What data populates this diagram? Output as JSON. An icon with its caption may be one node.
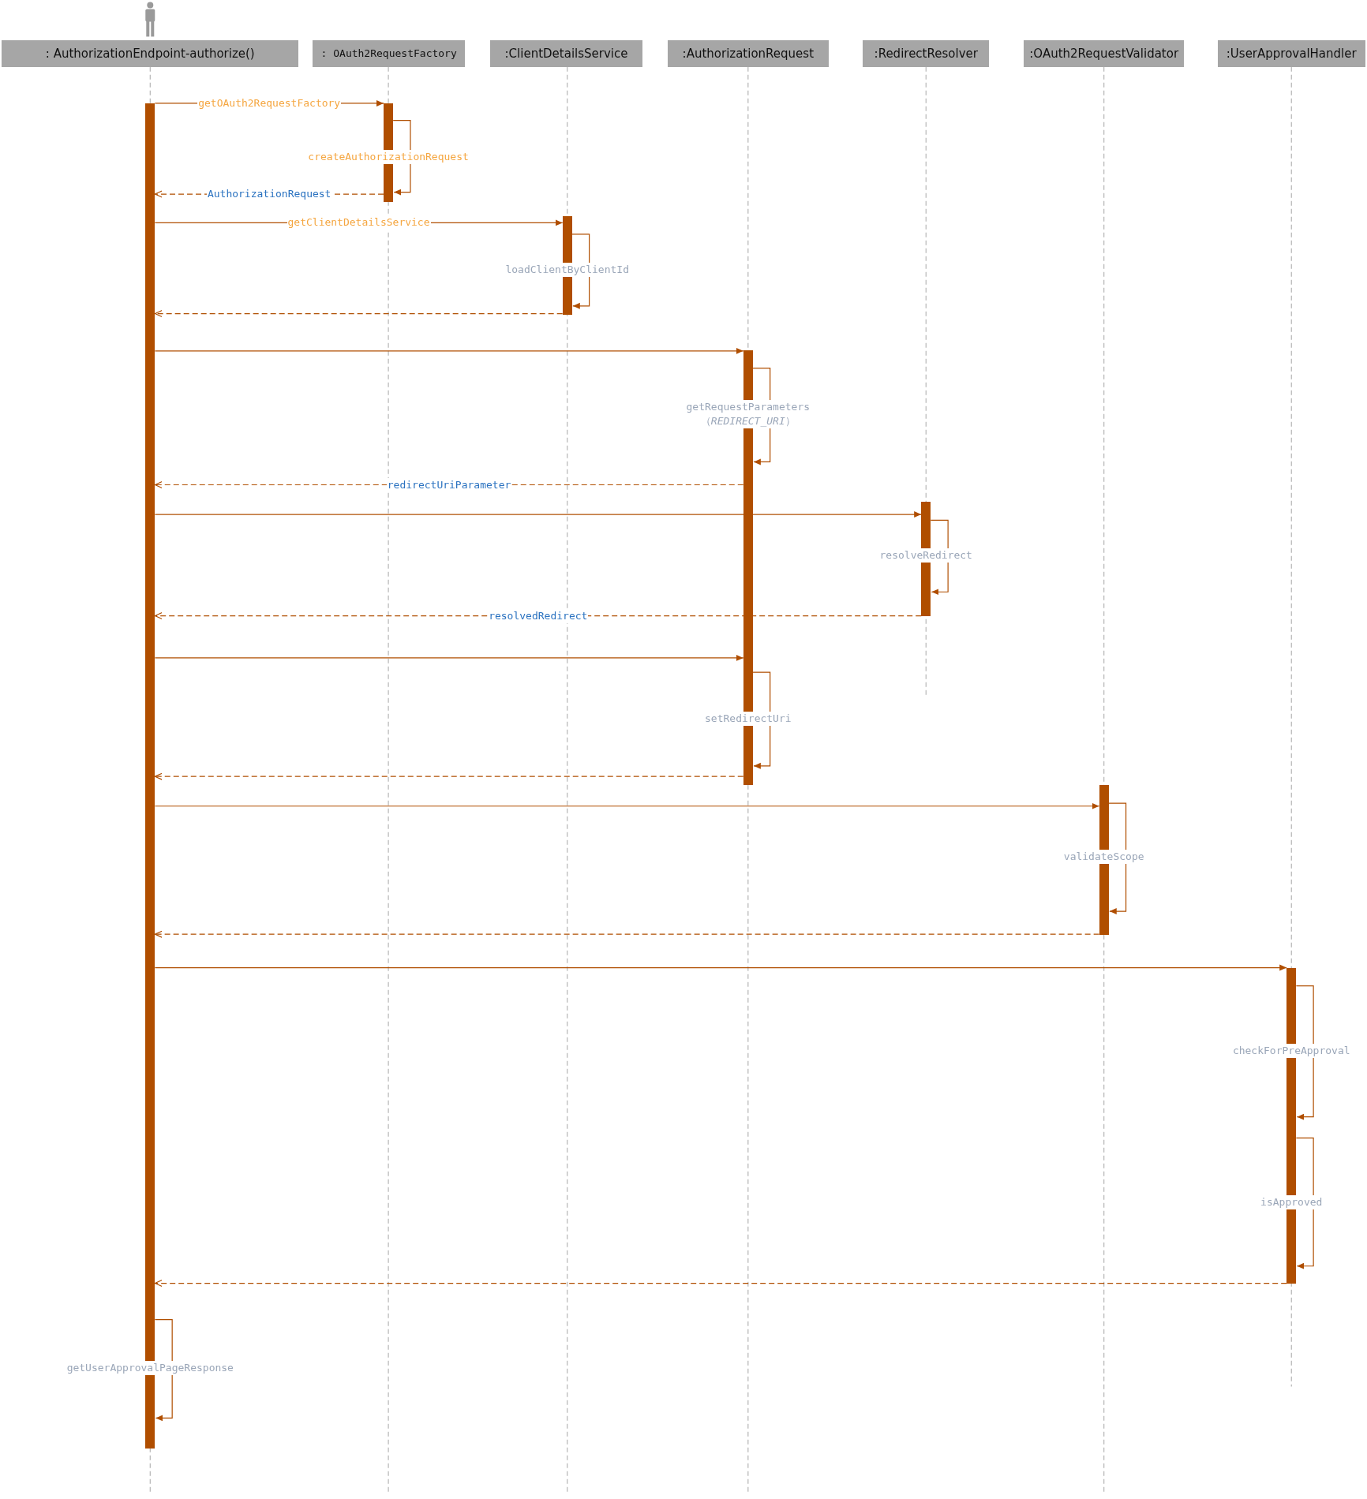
{
  "diagram": {
    "nodes": [
      {
        "text": [
          ": AuthorizationEndpoint-authorize()"
        ]
      },
      {
        "text": [
          ": OAuth2RequestFactory"
        ]
      },
      {
        "text": [
          ":ClientDetailsService"
        ]
      },
      {
        "text": [
          ":AuthorizationRequest"
        ]
      },
      {
        "text": [
          ":RedirectResolver"
        ]
      },
      {
        "text": [
          ":OAuth2RequestValidator"
        ]
      },
      {
        "text": [
          ":UserApprovalHandler"
        ]
      },
      {
        "text": [],
        "shape": "bar"
      },
      {
        "text": [],
        "shape": "bar"
      },
      {
        "text": [],
        "shape": "bar"
      },
      {
        "text": [],
        "shape": "bar"
      },
      {
        "text": [],
        "shape": "bar"
      },
      {
        "text": [],
        "shape": "bar"
      },
      {
        "text": [],
        "shape": "bar"
      }
    ],
    "edges": [
      {
        "from": 7,
        "to": 8,
        "arrow": "to",
        "label": "getOAuth2RequestFactory"
      },
      {
        "from": 8,
        "to": 8,
        "arrow": "to",
        "label": "createAuthorizationRequest"
      },
      {
        "from": 8,
        "to": 7,
        "arrow": "to",
        "style": "dashed",
        "label": "AuthorizationRequest"
      },
      {
        "from": 7,
        "to": 9,
        "arrow": "to",
        "label": "getClientDetailsService"
      },
      {
        "from": 9,
        "to": 9,
        "arrow": "to",
        "label": "loadClientByClientId"
      },
      {
        "from": 9,
        "to": 7,
        "arrow": "to",
        "style": "dashed"
      },
      {
        "from": 7,
        "to": 10,
        "arrow": "to"
      },
      {
        "from": 10,
        "to": 10,
        "arrow": "to",
        "label": "getRequestParameters （*REDIRECT_URI*）"
      },
      {
        "from": 10,
        "to": 7,
        "arrow": "to",
        "style": "dashed",
        "label": "redirectUriParameter"
      },
      {
        "from": 7,
        "to": 11,
        "arrow": "to"
      },
      {
        "from": 11,
        "to": 11,
        "arrow": "to",
        "label": "resolveRedirect"
      },
      {
        "from": 11,
        "to": 7,
        "arrow": "to",
        "style": "dashed",
        "label": "resolvedRedirect"
      },
      {
        "from": 7,
        "to": 10,
        "arrow": "to"
      },
      {
        "from": 10,
        "to": 10,
        "arrow": "to",
        "label": "setRedirectUri"
      },
      {
        "from": 10,
        "to": 7,
        "arrow": "to",
        "style": "dashed"
      },
      {
        "from": 7,
        "to": 12,
        "arrow": "to"
      },
      {
        "from": 12,
        "to": 12,
        "arrow": "to",
        "label": "validateScope"
      },
      {
        "from": 12,
        "to": 7,
        "arrow": "to",
        "style": "dashed"
      },
      {
        "from": 7,
        "to": 13,
        "arrow": "to"
      },
      {
        "from": 13,
        "to": 13,
        "arrow": "to",
        "label": "checkForPreApproval"
      },
      {
        "from": 13,
        "to": 13,
        "arrow": "to",
        "label": "isApproved"
      },
      {
        "from": 13,
        "to": 7,
        "arrow": "to",
        "style": "dashed"
      },
      {
        "from": 7,
        "to": 7,
        "arrow": "to",
        "label": "getUserApprovalPageResponse"
      }
    ]
  }
}
